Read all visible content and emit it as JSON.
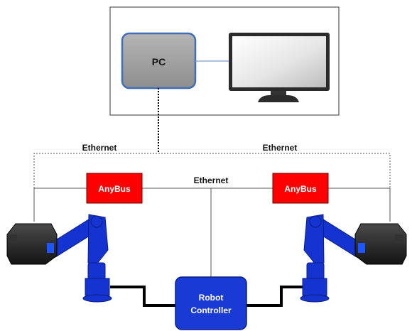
{
  "pc": {
    "label": "PC"
  },
  "network": {
    "ethernet_top_left": "Ethernet",
    "ethernet_top_right": "Ethernet",
    "ethernet_center": "Ethernet"
  },
  "anybus_left": {
    "label": "AnyBus"
  },
  "anybus_right": {
    "label": "AnyBus"
  },
  "controller": {
    "line1": "Robot",
    "line2": "Controller"
  },
  "colors": {
    "anybus_fill": "#ff0000",
    "controller_fill": "#1a3ad6",
    "robot_arm": "#1533d0",
    "pc_fill": "#a9a9a9",
    "pc_border": "#3f6fb6"
  }
}
